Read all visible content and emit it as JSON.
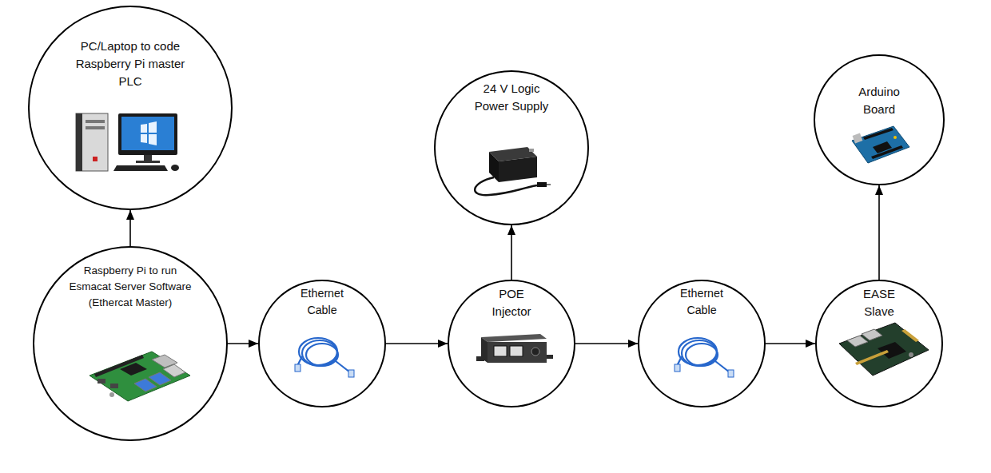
{
  "diagram": {
    "nodes": [
      {
        "text": [
          "PC/Laptop to code Raspberry Pi master PLC"
        ]
      },
      {
        "text": [
          "24 V Logic Power Supply"
        ]
      },
      {
        "text": [
          "Arduino Board"
        ]
      },
      {
        "text": [
          "Raspberry Pi to run Esmacat Server Software (Ethercat Master)"
        ]
      },
      {
        "text": [
          "Ethernet Cable"
        ]
      },
      {
        "text": [
          "POE Injector"
        ]
      },
      {
        "text": [
          "Ethernet Cable"
        ]
      },
      {
        "text": [
          "EASE Slave"
        ]
      }
    ],
    "edges": [
      {
        "from": 3,
        "to": 0,
        "arrow": "to"
      },
      {
        "from": 3,
        "to": 4,
        "arrow": "to"
      },
      {
        "from": 4,
        "to": 5,
        "arrow": "to"
      },
      {
        "from": 5,
        "to": 1,
        "arrow": "to"
      },
      {
        "from": 5,
        "to": 6,
        "arrow": "to"
      },
      {
        "from": 6,
        "to": 7,
        "arrow": "to"
      },
      {
        "from": 7,
        "to": 2,
        "arrow": "to"
      }
    ]
  }
}
